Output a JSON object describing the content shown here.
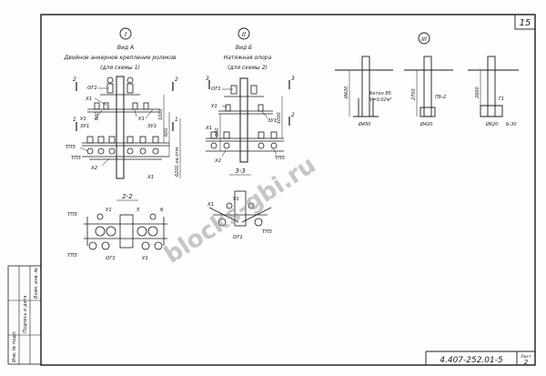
{
  "sheet": {
    "sheet_number": "15",
    "doc_code": "4.407-252.01-5",
    "corner_label": "Лист",
    "corner_number": "2",
    "side_stamp": [
      "Инв. № подл.",
      "Подпись и дата",
      "Взам. инв. №"
    ]
  },
  "watermark": "blocks-gbi.ru",
  "view_a": {
    "marker": "I",
    "title": "Вид А",
    "subtitle": "Двойное анкерное крепление роликов",
    "note": "(для схемы 1)",
    "labels": {
      "l1": "ОГ1",
      "l2": "Х1",
      "l3": "У1",
      "l4": "3У1",
      "l5": "ТП5",
      "l6": "Х2",
      "l7": "У1",
      "l8": "3У1",
      "l9": "Х1",
      "l10": "ТП5",
      "s1": "2",
      "s2": "2",
      "s3": "1",
      "s4": "1",
      "d1": "1000",
      "d2": "600",
      "d3": "600",
      "d4": "6200 на отм."
    }
  },
  "view_b": {
    "marker": "II",
    "title": "Вид Б",
    "subtitle": "Натяжная опора",
    "note": "(для схемы 2)",
    "labels": {
      "l1": "ОГ1",
      "l2": "У1",
      "l3": "3У1",
      "l4": "Х1",
      "l5": "ТП5",
      "l6": "Х2",
      "s1": "3",
      "s2": "3",
      "s3": "2",
      "d1": "1000",
      "d2": "600"
    }
  },
  "section_22": {
    "title": "2-2",
    "labels": {
      "l1": "ТП5",
      "l2": "У1",
      "l3": "5",
      "l4": "ОГ1",
      "l5": "ТП5",
      "l6": "6",
      "l7": "У1"
    }
  },
  "section_33": {
    "title": "3-3",
    "labels": {
      "l1": "Х1",
      "l2": "У1",
      "l3": "ОГ1",
      "l4": "ТП5"
    }
  },
  "view_c": {
    "marker": "III",
    "notes": {
      "n1": "Ø420",
      "n2": "Бетон В5",
      "n3": "V=0,02м³",
      "n4": "Ø450",
      "n5": "2700",
      "n6": "ПБ-2",
      "n7": "Ø420",
      "n8": "2600",
      "n9": "Г1",
      "n10": "Ø620",
      "n11": "Б-30"
    }
  }
}
